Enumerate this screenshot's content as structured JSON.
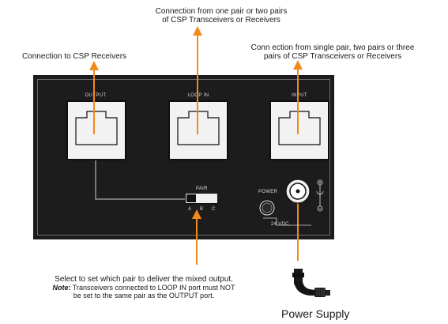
{
  "callouts": {
    "output": "Connection to CSP Receivers",
    "loop_in_line1": "Connection from one pair or two pairs",
    "loop_in_line2": "of CSP Transceivers or Receivers",
    "input_line1": "Conn ection from single pair, two pairs or three",
    "input_line2": "pairs of CSP Transceivers or Receivers",
    "select_line": "Select to set which pair to deliver the mixed output.",
    "note_label": "Note:",
    "note_line1": "Transceivers connected to LOOP IN port must NOT",
    "note_line2": "be set to the same pair as the OUTPUT port.",
    "power_supply": "Power Supply"
  },
  "panel": {
    "ports": [
      {
        "label": "OUTPUT"
      },
      {
        "label": "LOOP IN"
      },
      {
        "label": "INPUT"
      }
    ],
    "pair_switch": {
      "title": "PAIR",
      "positions": [
        "A",
        "B",
        "C"
      ]
    },
    "power_label": "POWER",
    "voltage_label": "24 VDC"
  },
  "colors": {
    "arrow": "#f08a1c",
    "panel": "#1c1c1c",
    "jack": "#f2f2f2"
  }
}
